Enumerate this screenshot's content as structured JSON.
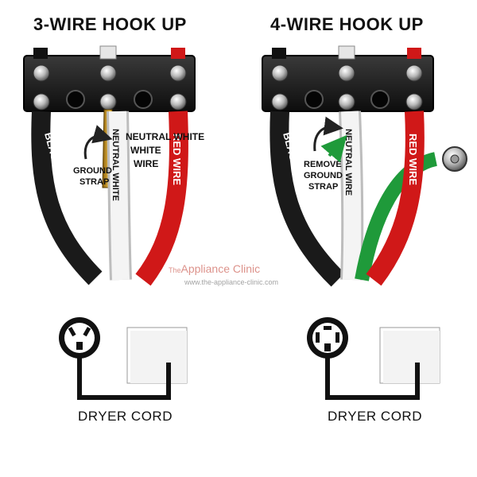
{
  "panels": [
    {
      "title": "3-WIRE HOOK UP",
      "labels": {
        "black": "BLACK WIRE",
        "neutral": "NEUTRAL WHITE",
        "neutral2": "WHITE",
        "neutral3": "WIRE",
        "red": "RED WIRE",
        "strap1": "GROUND",
        "strap2": "STRAP"
      },
      "cord": "DRYER CORD"
    },
    {
      "title": "4-WIRE HOOK UP",
      "labels": {
        "black": "BLACK WIRE",
        "neutral": "NEUTRAL WIRE",
        "red": "RED WIRE",
        "strap1": "REMOVE",
        "strap2": "GROUND",
        "strap3": "STRAP"
      },
      "cord": "DRYER CORD"
    }
  ],
  "watermark": {
    "brand_prefix": "The",
    "brand": "Appliance Clinic",
    "url": "www.the-appliance-clinic.com"
  },
  "colors": {
    "black_wire": "#1a1a1a",
    "white_wire": "#f2f2f2",
    "red_wire": "#d01818",
    "green_wire": "#1f9a3a",
    "strap": "#c89418",
    "block": "#1b1b1b"
  }
}
